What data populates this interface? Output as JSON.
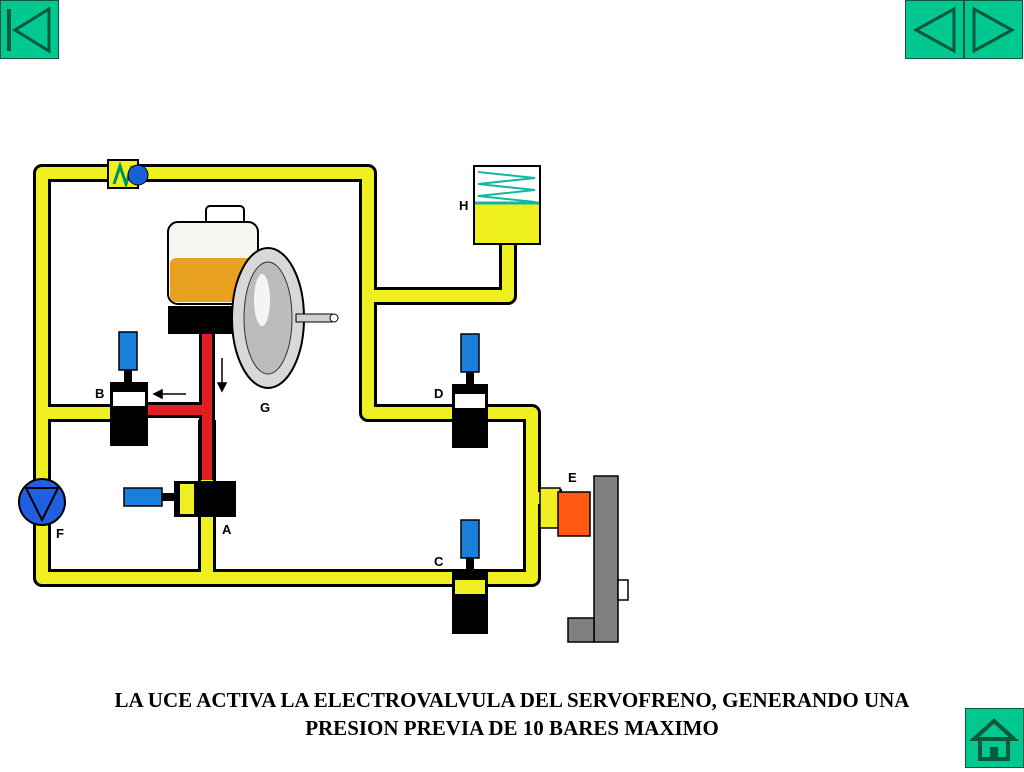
{
  "nav": {
    "first": "first-page-icon",
    "prev": "previous-page-icon",
    "next": "next-page-icon",
    "home": "home-icon"
  },
  "diagram": {
    "labels": {
      "a": "A",
      "b": "B",
      "c": "C",
      "d": "D",
      "e": "E",
      "f": "F",
      "g": "G",
      "h": "H"
    },
    "colors": {
      "low_pressure_line": "#f0f020",
      "high_pressure_line": "#e02020",
      "valve_coil": "#1a7fd8",
      "pump": "#2060e0",
      "brake_caliper": "#ff5a10",
      "reservoir_fluid": "#e8a020"
    }
  },
  "caption": {
    "line1": "LA UCE ACTIVA LA ELECTROVALVULA DEL SERVOFRENO, GENERANDO UNA",
    "line2": "PRESION PREVIA DE 10 BARES MAXIMO"
  }
}
